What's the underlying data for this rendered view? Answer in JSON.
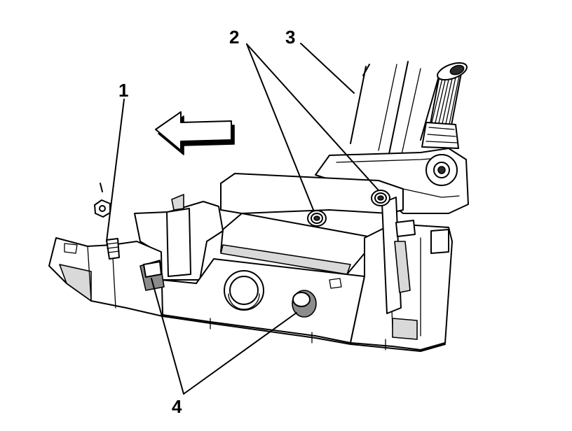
{
  "diagram": {
    "callouts": [
      {
        "id": "1",
        "label": "1"
      },
      {
        "id": "2",
        "label": "2"
      },
      {
        "id": "3",
        "label": "3"
      },
      {
        "id": "4",
        "label": "4"
      }
    ],
    "direction_arrow": "arrow-left-icon",
    "colors": {
      "line": "#000000",
      "shade": "#d9d9d9",
      "dark_shade": "#8c8c8c",
      "background": "#ffffff"
    }
  }
}
